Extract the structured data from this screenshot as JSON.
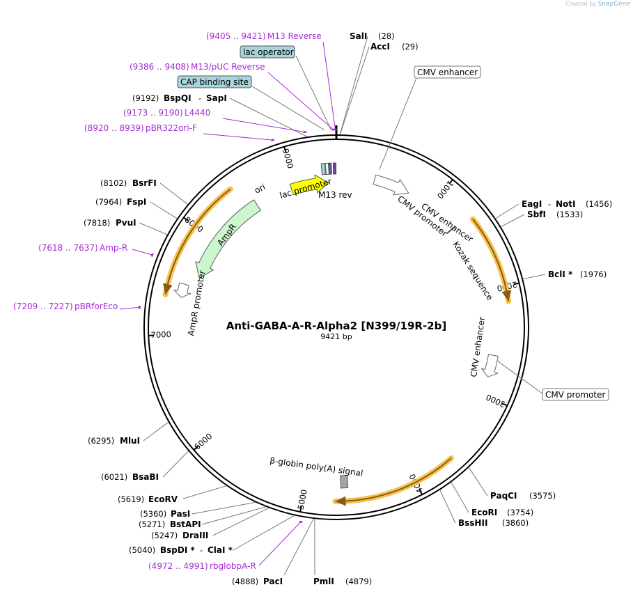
{
  "credit": {
    "prefix": "Created by",
    "brand": "SnapGene"
  },
  "plasmid": {
    "name": "Anti-GABA-A-R-Alpha2 [N399/19R-2b]",
    "length_label": "9421 bp",
    "length": 9421
  },
  "ticks": [
    {
      "pos": 1000,
      "label": "1000"
    },
    {
      "pos": 2000,
      "label": "2000"
    },
    {
      "pos": 3000,
      "label": "3000"
    },
    {
      "pos": 4000,
      "label": "4000"
    },
    {
      "pos": 5000,
      "label": "5000"
    },
    {
      "pos": 6000,
      "label": "6000"
    },
    {
      "pos": 7000,
      "label": "7000"
    },
    {
      "pos": 8000,
      "label": "8000"
    },
    {
      "pos": 9000,
      "label": "9000"
    }
  ],
  "sites": [
    {
      "id": "sali",
      "name": "SalI",
      "pos": "(28)",
      "at": 28
    },
    {
      "id": "acci",
      "name": "AccI",
      "pos": "(29)",
      "at": 29
    },
    {
      "id": "eagi-noti",
      "name": "EagI",
      "name2": "NotI",
      "pos": "(1456)",
      "at": 1456
    },
    {
      "id": "sbfi",
      "name": "SbfI",
      "pos": "(1533)",
      "at": 1533
    },
    {
      "id": "bcli",
      "name": "BclI *",
      "pos": "(1976)",
      "at": 1976
    },
    {
      "id": "paqci",
      "name": "PaqCI",
      "pos": "(3575)",
      "at": 3575
    },
    {
      "id": "ecori",
      "name": "EcoRI",
      "pos": "(3754)",
      "at": 3754
    },
    {
      "id": "bsshii",
      "name": "BssHII",
      "pos": "(3860)",
      "at": 3860
    },
    {
      "id": "pmli",
      "name": "PmlI",
      "pos": "(4879)",
      "at": 4879
    },
    {
      "id": "paci",
      "name": "PacI",
      "pos": "(4888)",
      "at": 4888
    },
    {
      "id": "bspdi-clai",
      "name": "BspDI *",
      "name2": "ClaI *",
      "pos": "(5040)",
      "at": 5040
    },
    {
      "id": "draiii",
      "name": "DraIII",
      "pos": "(5247)",
      "at": 5247
    },
    {
      "id": "bstapi",
      "name": "BstAPI",
      "pos": "(5271)",
      "at": 5271
    },
    {
      "id": "pasi",
      "name": "PasI",
      "pos": "(5360)",
      "at": 5360
    },
    {
      "id": "ecorv",
      "name": "EcoRV",
      "pos": "(5619)",
      "at": 5619
    },
    {
      "id": "bsabi",
      "name": "BsaBI",
      "pos": "(6021)",
      "at": 6021
    },
    {
      "id": "mlui",
      "name": "MluI",
      "pos": "(6295)",
      "at": 6295
    },
    {
      "id": "pvui",
      "name": "PvuI",
      "pos": "(7818)",
      "at": 7818
    },
    {
      "id": "fspi",
      "name": "FspI",
      "pos": "(7964)",
      "at": 7964
    },
    {
      "id": "bsrfi",
      "name": "BsrFI",
      "pos": "(8102)",
      "at": 8102
    },
    {
      "id": "bspqi-sapi",
      "name": "BspQI",
      "name2": "SapI",
      "pos": "(9192)",
      "at": 9192
    }
  ],
  "primers": [
    {
      "id": "m13-reverse",
      "range": "(9405 .. 9421)",
      "name": "M13 Reverse",
      "at": 9413
    },
    {
      "id": "m13-puc-reverse",
      "range": "(9386 .. 9408)",
      "name": "M13/pUC Reverse",
      "at": 9397
    },
    {
      "id": "l4440",
      "range": "(9173 .. 9190)",
      "name": "L4440",
      "at": 9181
    },
    {
      "id": "pbr322ori-f",
      "range": "(8920 .. 8939)",
      "name": "pBR322ori-F",
      "at": 8930
    },
    {
      "id": "amp-r",
      "range": "(7618 .. 7637)",
      "name": "Amp-R",
      "at": 7627
    },
    {
      "id": "pbrforeco",
      "range": "(7209 .. 7227)",
      "name": "pBRforEco",
      "at": 7218
    },
    {
      "id": "rbglobpa-r",
      "range": "(4972 .. 4991)",
      "name": "rbglobpA-R",
      "at": 4981
    }
  ],
  "boxed_labels": [
    {
      "id": "lac-operator",
      "text": "lac operator",
      "fill": "#a8d4dc",
      "at": 9380
    },
    {
      "id": "cap-binding-site",
      "text": "CAP binding site",
      "fill": "#a8d4dc",
      "at": 9330
    },
    {
      "id": "cmv-enhancer-box",
      "text": "CMV enhancer",
      "fill": "#ffffff",
      "at": 400
    },
    {
      "id": "cmv-promoter-box",
      "text": "CMV promoter",
      "fill": "#ffffff",
      "at": 2660
    }
  ],
  "features": {
    "cmv_enhancer_1": "CMV enhancer",
    "cmv_promoter_1": "CMV promoter",
    "kozak": "Kozak sequence",
    "cmv_enhancer_2": "CMV enhancer",
    "globin_polya": "β-globin poly(A) signal",
    "ampr_promoter": "AmpR promoter",
    "ampr": "AmpR",
    "ori": "ori",
    "lac_promoter": "lac promoter",
    "m13_rev": "M13 rev"
  },
  "colors": {
    "ori": "#ffff00",
    "ampr": "#ccf7cc",
    "orf_highlight": "#f6c24f",
    "orf_line": "#8a5a12",
    "primer": "#a52ad5",
    "cap_site": "#a8d4dc",
    "lac_op": "#3a6b9a",
    "m13": "#7d3f98",
    "polya": "#a0a4ab"
  }
}
